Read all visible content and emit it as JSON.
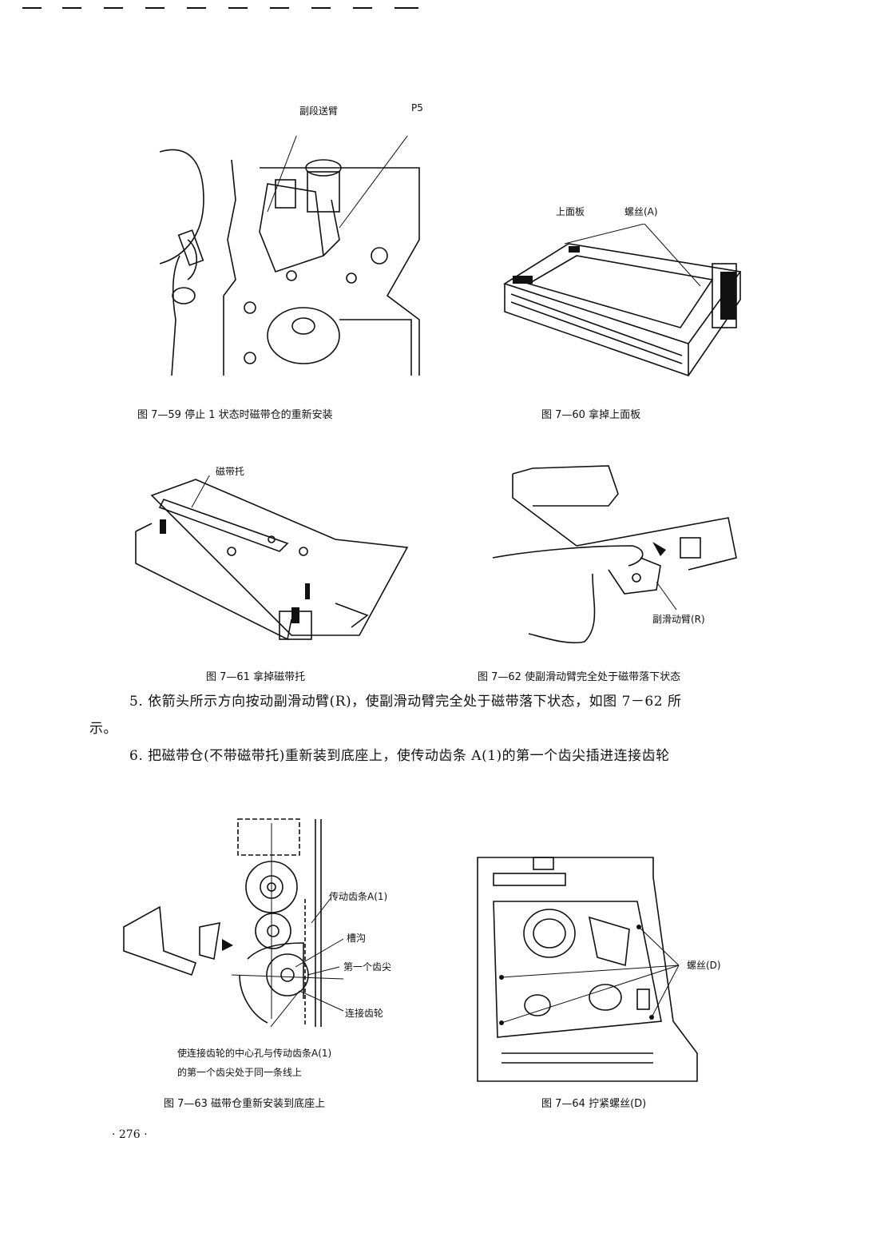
{
  "figures": {
    "f59": {
      "caption": "图 7—59   停止 1 状态时磁带仓的重新安装",
      "labels": [
        "副段送臂",
        "P5"
      ]
    },
    "f60": {
      "caption": "图 7—60   拿掉上面板",
      "labels": [
        "上面板",
        "螺丝(A)"
      ]
    },
    "f61": {
      "caption": "图 7—61   拿掉磁带托",
      "labels": [
        "磁带托"
      ]
    },
    "f62": {
      "caption": "图 7—62   使副滑动臂完全处于磁带落下状态",
      "labels": [
        "副滑动臂(R)"
      ]
    },
    "f63": {
      "caption": "图 7—63   磁带仓重新安装到底座上",
      "labels": [
        "传动齿条A(1)",
        "槽沟",
        "第一个齿尖",
        "连接齿轮",
        "使连接齿轮的中心孔与传动齿条A(1)",
        "的第一个齿尖处于同一条线上"
      ]
    },
    "f64": {
      "caption": "图 7—64   拧紧螺丝(D)",
      "labels": [
        "螺丝(D)"
      ]
    }
  },
  "body": {
    "p5_line1": "5. 依箭头所示方向按动副滑动臂(R)，使副滑动臂完全处于磁带落下状态，如图 7－62 所",
    "p5_line2": "示。",
    "p6_line1": "6. 把磁带仓(不带磁带托)重新装到底座上，使传动齿条 A(1)的第一个齿尖插进连接齿轮"
  },
  "page_number": "· 276 ·"
}
